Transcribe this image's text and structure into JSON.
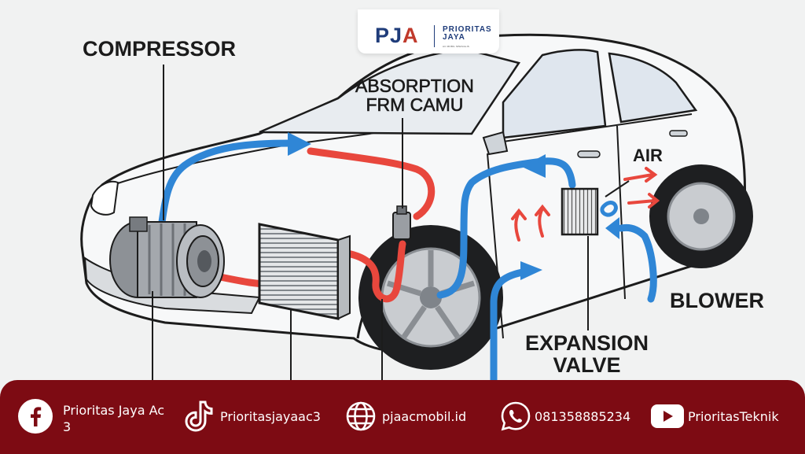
{
  "logo": {
    "mark_left": "PJ",
    "mark_right": "A",
    "name_line1": "PRIORITAS",
    "name_line2": "JAYA",
    "tagline": "AC MOBIL SPESIALIS"
  },
  "labels": {
    "compressor": "COMPRESSOR",
    "absorption": "ABSORPTION\nFRM CAMU",
    "air": "AIR",
    "blower": "BLOWER",
    "expansion_valve": "EXPANSION\nVALVE"
  },
  "colors": {
    "footer_bg": "#7d0b13",
    "cold_line": "#2f86d6",
    "hot_line": "#e8473d",
    "background": "#f1f2f2"
  },
  "footer": {
    "facebook": "Prioritas Jaya Ac\n3",
    "tiktok": "Prioritasjayaac3",
    "website": "pjaacmobil.id",
    "whatsapp": "081358885234",
    "youtube": "PrioritasTeknik"
  },
  "icons": [
    "facebook-icon",
    "tiktok-icon",
    "globe-icon",
    "whatsapp-icon",
    "youtube-icon"
  ]
}
